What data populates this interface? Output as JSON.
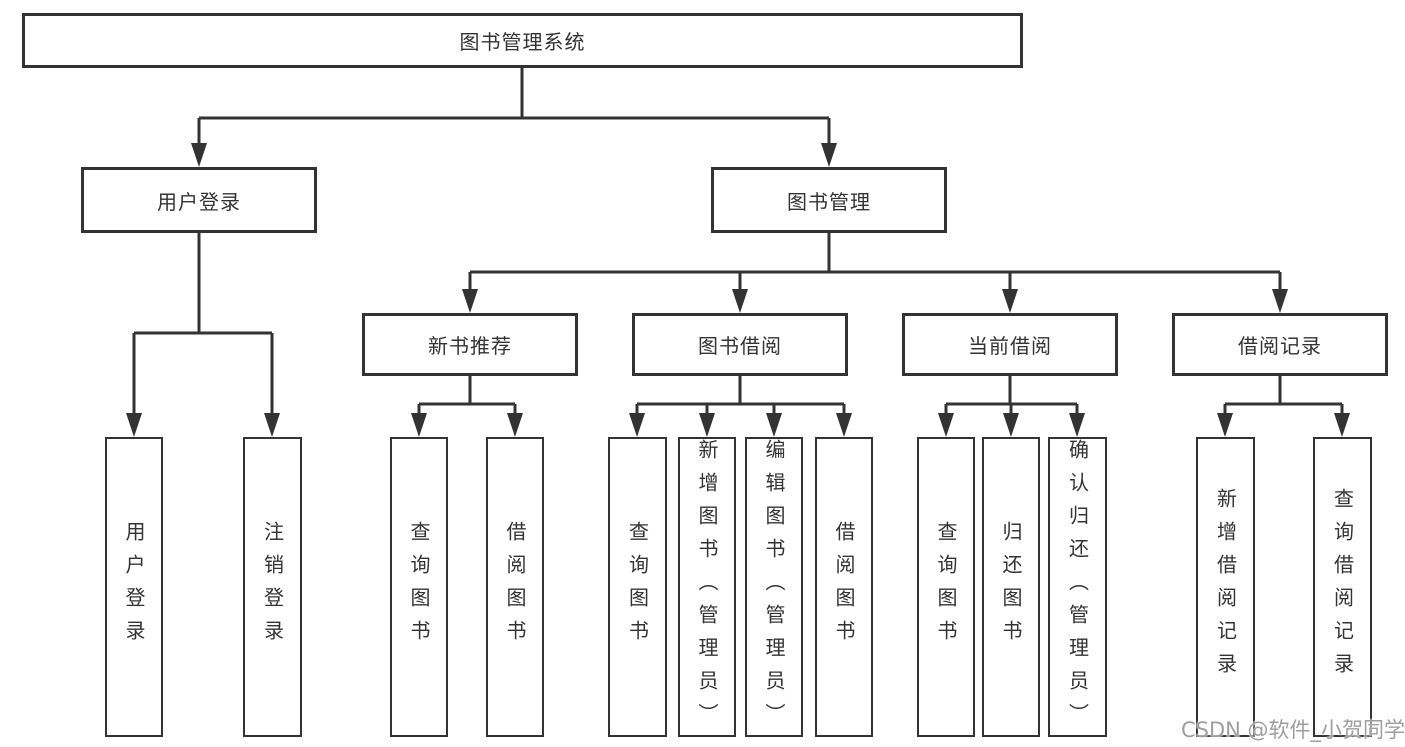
{
  "tree": {
    "label": "图书管理系统",
    "children": [
      {
        "label": "用户登录",
        "children": [
          {
            "label": "用户登录"
          },
          {
            "label": "注销登录"
          }
        ]
      },
      {
        "label": "图书管理",
        "children": [
          {
            "label": "新书推荐",
            "children": [
              {
                "label": "查询图书"
              },
              {
                "label": "借阅图书"
              }
            ]
          },
          {
            "label": "图书借阅",
            "children": [
              {
                "label": "查询图书"
              },
              {
                "label": "新增图书（管理员）"
              },
              {
                "label": "编辑图书（管理员）"
              },
              {
                "label": "借阅图书"
              }
            ]
          },
          {
            "label": "当前借阅",
            "children": [
              {
                "label": "查询图书"
              },
              {
                "label": "归还图书"
              },
              {
                "label": "确认归还（管理员）"
              }
            ]
          },
          {
            "label": "借阅记录",
            "children": [
              {
                "label": "新增借阅记录"
              },
              {
                "label": "查询借阅记录"
              }
            ]
          }
        ]
      }
    ]
  },
  "watermark": {
    "text": "CSDN @软件_小贺同学"
  },
  "colors": {
    "line": "#333333",
    "box_border": "#333333",
    "watermark": "#9e9e9e"
  }
}
